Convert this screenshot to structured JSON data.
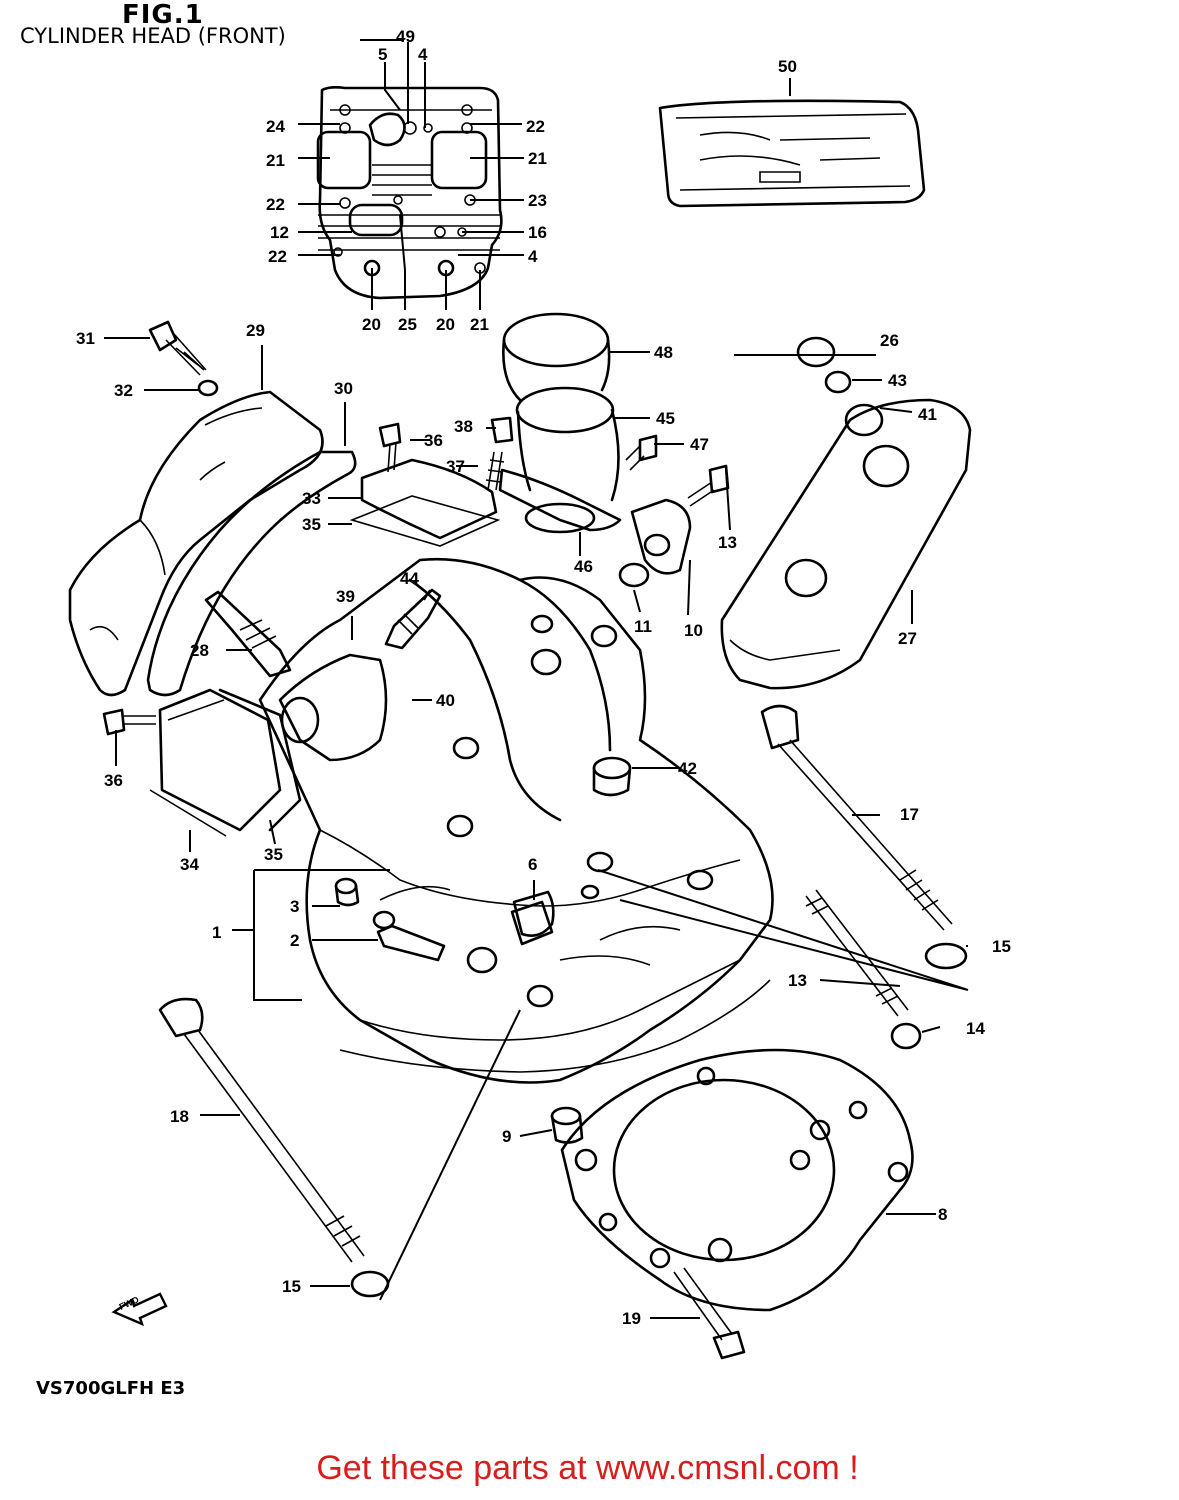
{
  "header": {
    "figure": "FIG.1",
    "title": "CYLINDER HEAD (FRONT)"
  },
  "model_code": "VS700GLFH E3",
  "fwd_label": "FWD",
  "footer": {
    "text": "Get these parts at www.cmsnl.com !",
    "color": "#d91c1c"
  },
  "part_numbers": [
    "1",
    "2",
    "3",
    "4",
    "4",
    "5",
    "6",
    "7",
    "8",
    "9",
    "10",
    "11",
    "12",
    "13",
    "14",
    "15",
    "15",
    "16",
    "17",
    "18",
    "19",
    "20",
    "20",
    "21",
    "21",
    "21",
    "22",
    "22",
    "22",
    "22",
    "23",
    "24",
    "25",
    "26",
    "27",
    "28",
    "29",
    "30",
    "31",
    "32",
    "33",
    "34",
    "35",
    "35",
    "36",
    "36",
    "37",
    "38",
    "39",
    "40",
    "41",
    "42",
    "43",
    "44",
    "45",
    "46",
    "47",
    "48",
    "49",
    "50"
  ]
}
